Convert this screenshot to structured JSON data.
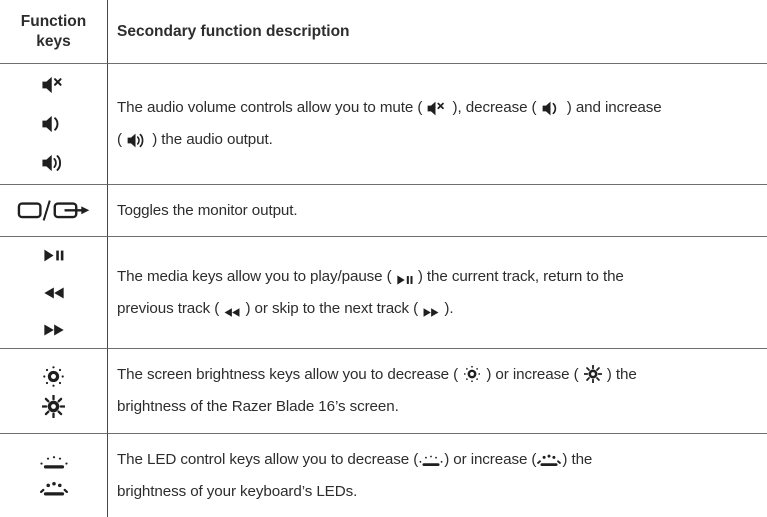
{
  "colors": {
    "text": "#2d2d2d",
    "icon": "#1f1f1f",
    "horizontal_line": "#6f6f6f",
    "vertical_line": "#474747"
  },
  "header": {
    "function_keys": "Function keys",
    "description": "Secondary function description"
  },
  "rows": [
    {
      "name": "audio-volume",
      "keys": [
        "volume-mute",
        "volume-down",
        "volume-up"
      ],
      "desc": [
        {
          "t": "The audio volume controls allow you to mute ( "
        },
        {
          "i": "volume-mute"
        },
        {
          "t": " ), decrease ( "
        },
        {
          "i": "volume-down"
        },
        {
          "t": " ) and increase"
        },
        {
          "br": true
        },
        {
          "t": "( "
        },
        {
          "i": "volume-up"
        },
        {
          "t": " ) the audio output."
        }
      ]
    },
    {
      "name": "monitor-toggle",
      "keys": [
        "monitor-toggle"
      ],
      "desc": [
        {
          "t": "Toggles the monitor output."
        }
      ]
    },
    {
      "name": "media-keys",
      "keys": [
        "play-pause",
        "previous-track",
        "next-track"
      ],
      "desc": [
        {
          "t": "The media keys allow you to play/pause ( "
        },
        {
          "i": "play-pause"
        },
        {
          "t": " ) the current track, return to the"
        },
        {
          "br": true
        },
        {
          "t": "previous track ( "
        },
        {
          "i": "previous-track"
        },
        {
          "t": " ) or skip to the next track ( "
        },
        {
          "i": "next-track"
        },
        {
          "t": " )."
        }
      ]
    },
    {
      "name": "screen-brightness",
      "keys": [
        "brightness-decrease",
        "brightness-increase"
      ],
      "desc": [
        {
          "t": "The screen brightness keys allow you to decrease ( "
        },
        {
          "i": "brightness-decrease"
        },
        {
          "t": " ) or increase ( "
        },
        {
          "i": "brightness-increase"
        },
        {
          "t": " ) the"
        },
        {
          "br": true
        },
        {
          "t": "brightness of the Razer Blade 16’s screen."
        }
      ]
    },
    {
      "name": "led-controls",
      "keys": [
        "led-decrease",
        "led-increase"
      ],
      "desc": [
        {
          "t": "The LED control keys allow you to decrease ("
        },
        {
          "i": "led-decrease"
        },
        {
          "t": ") or increase ("
        },
        {
          "i": "led-increase"
        },
        {
          "t": ") the"
        },
        {
          "br": true
        },
        {
          "t": "brightness of your keyboard’s LEDs."
        }
      ]
    }
  ]
}
